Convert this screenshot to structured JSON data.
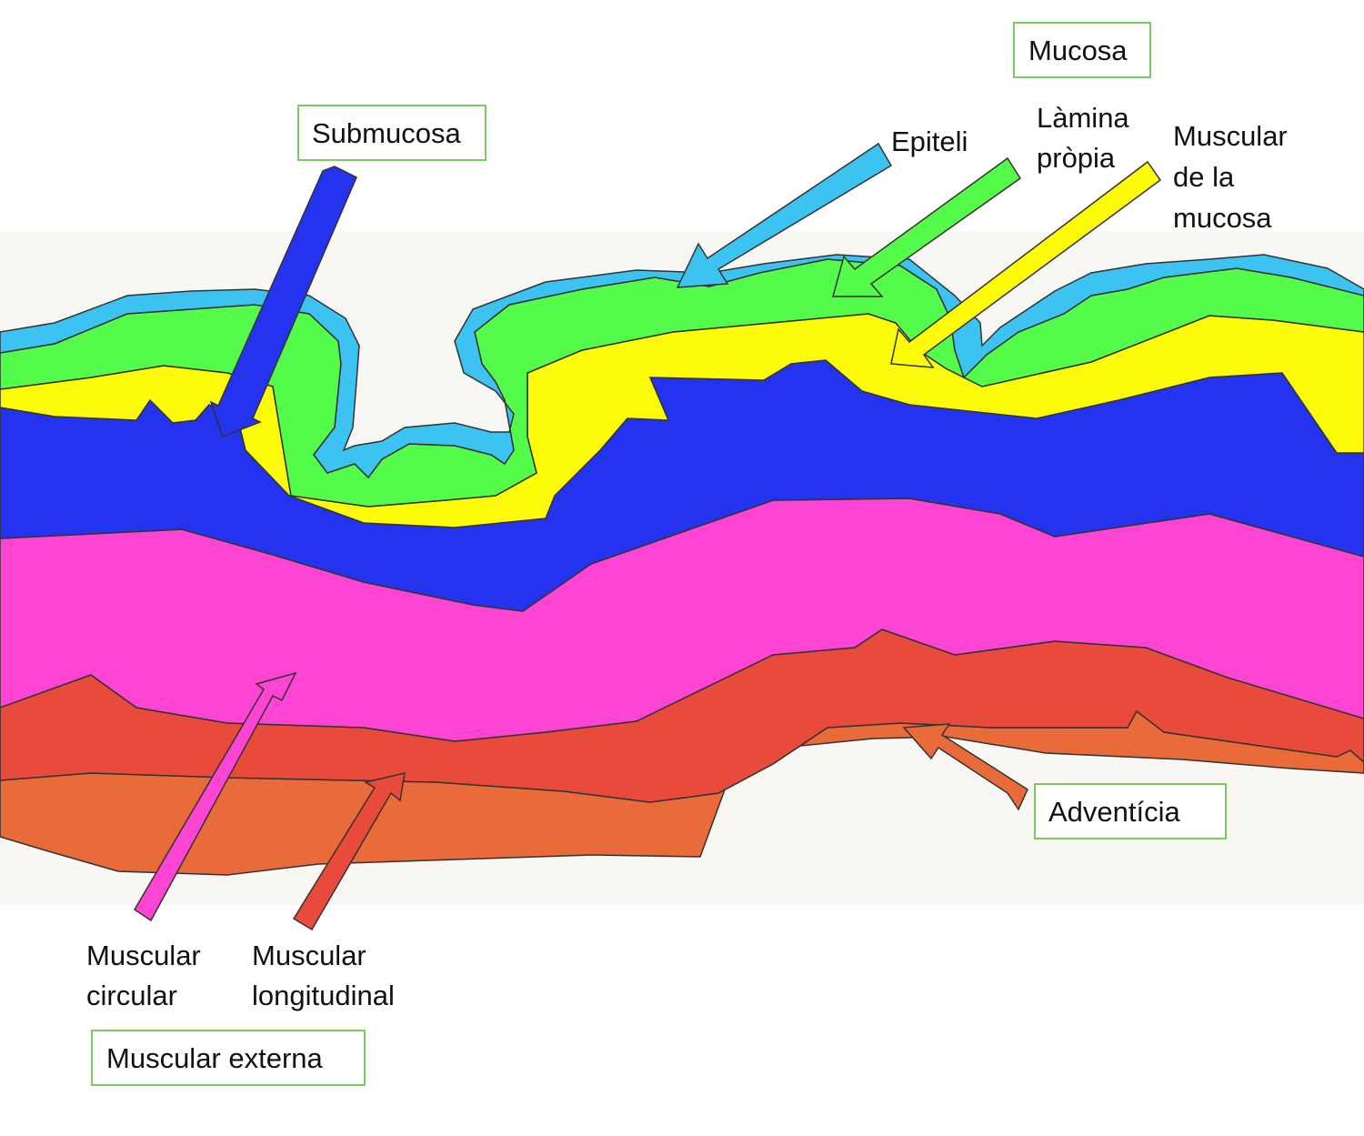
{
  "labels": {
    "mucosa": "Mucosa",
    "submucosa": "Submucosa",
    "epiteli": "Epiteli",
    "lamina_propia": [
      "Làmina",
      "pròpia"
    ],
    "muscular_mucosa": [
      "Muscular",
      "de la",
      "mucosa"
    ],
    "adventicia": "Adventícia",
    "muscular_circular": [
      "Muscular",
      "circular"
    ],
    "muscular_longitudinal": [
      "Muscular",
      "longitudinal"
    ],
    "muscular_externa": "Muscular externa"
  },
  "colors": {
    "epiteli": "#3cc3f2",
    "lamina_propia": "#55fb4a",
    "muscular_mucosa": "#fdfb0a",
    "submucosa": "#2433f0",
    "muscular_circular": "#fd44d3",
    "muscular_longitudinal": "#e84b3c",
    "adventicia": "#ea6b3a",
    "background_tissue": "#f8f7f3",
    "box_border": "#7dc95e"
  }
}
